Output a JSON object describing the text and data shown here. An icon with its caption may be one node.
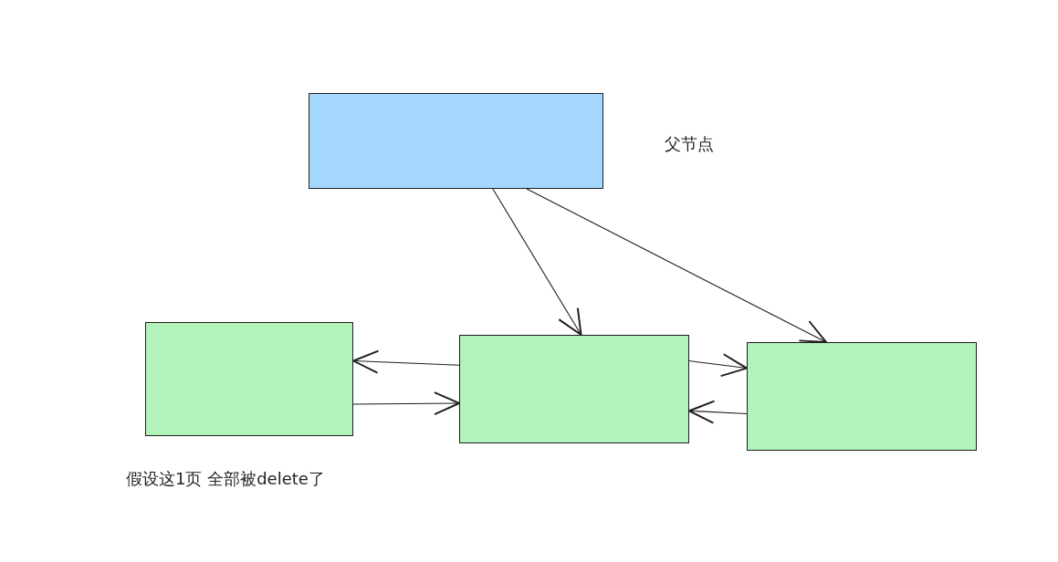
{
  "diagram": {
    "nodes": [
      {
        "text": [],
        "shape": "box",
        "beside": [
          "父节点"
        ]
      },
      {
        "text": [],
        "shape": "box",
        "beside": [
          "假设这1页 全部被delete了"
        ]
      },
      {
        "text": [],
        "shape": "box"
      },
      {
        "text": [],
        "shape": "box"
      }
    ],
    "edges": [
      {
        "from": 0,
        "to": 2,
        "arrow": "to"
      },
      {
        "from": 0,
        "to": 3,
        "arrow": "to"
      },
      {
        "from": 2,
        "to": 1,
        "arrow": "to"
      },
      {
        "from": 1,
        "to": 2,
        "arrow": "to"
      },
      {
        "from": 2,
        "to": 3,
        "arrow": "to"
      },
      {
        "from": 3,
        "to": 2,
        "arrow": "to"
      }
    ]
  }
}
